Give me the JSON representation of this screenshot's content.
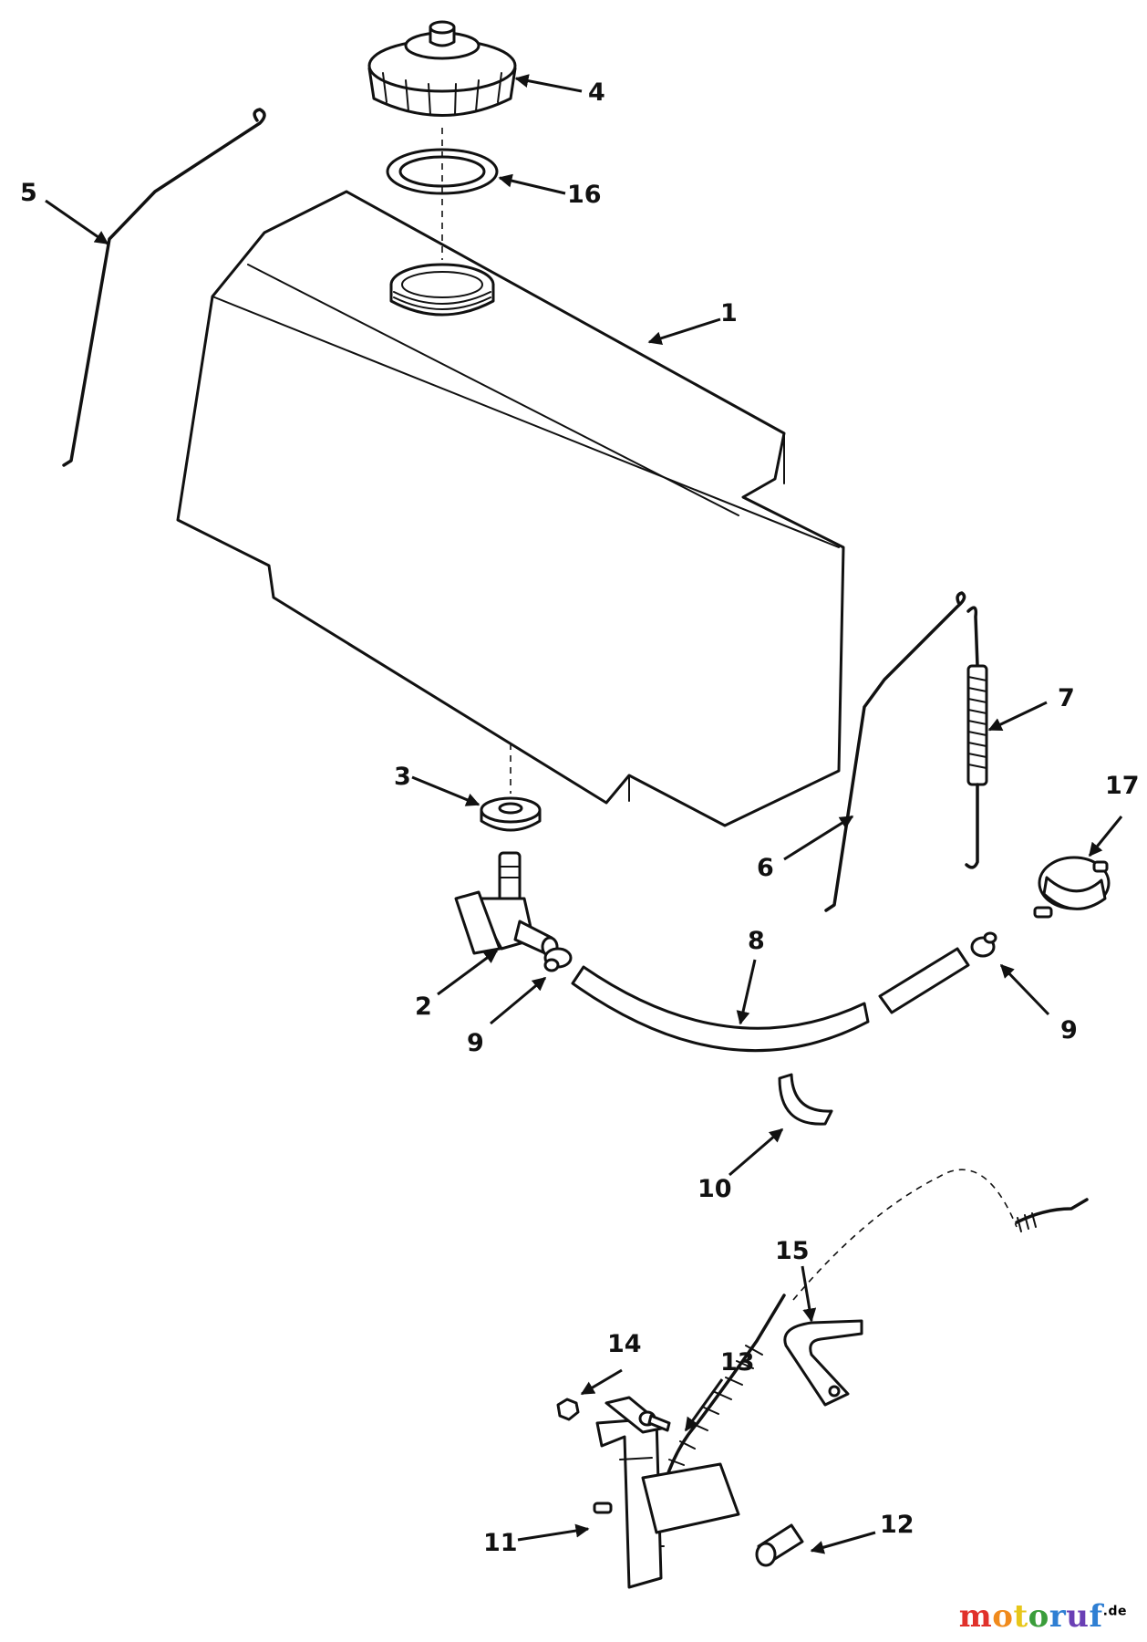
{
  "callouts": [
    {
      "id": "1",
      "label": "1"
    },
    {
      "id": "2",
      "label": "2"
    },
    {
      "id": "3",
      "label": "3"
    },
    {
      "id": "4",
      "label": "4"
    },
    {
      "id": "5",
      "label": "5"
    },
    {
      "id": "6",
      "label": "6"
    },
    {
      "id": "7",
      "label": "7"
    },
    {
      "id": "8",
      "label": "8"
    },
    {
      "id": "9a",
      "label": "9"
    },
    {
      "id": "9b",
      "label": "9"
    },
    {
      "id": "10",
      "label": "10"
    },
    {
      "id": "11",
      "label": "11"
    },
    {
      "id": "12",
      "label": "12"
    },
    {
      "id": "13",
      "label": "13"
    },
    {
      "id": "14",
      "label": "14"
    },
    {
      "id": "15",
      "label": "15"
    },
    {
      "id": "16",
      "label": "16"
    },
    {
      "id": "17",
      "label": "17"
    }
  ],
  "watermark": {
    "letters": [
      "m",
      "o",
      "t",
      "o",
      "r",
      "u",
      "f"
    ],
    "colors": [
      "#e0312b",
      "#f08a1c",
      "#e7c619",
      "#3a9d3a",
      "#2f7fd3",
      "#6a3fb5",
      "#2f7fd3"
    ],
    "suffix": ".de"
  }
}
